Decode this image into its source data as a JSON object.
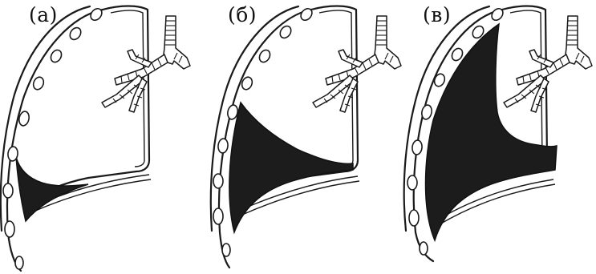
{
  "figure": {
    "panels": [
      {
        "label": "(а)",
        "effusion_level": "small"
      },
      {
        "label": "(б)",
        "effusion_level": "moderate"
      },
      {
        "label": "(в)",
        "effusion_level": "large"
      }
    ],
    "colors": {
      "effusion": "#1c1c1c",
      "line": "#1a1a1a",
      "background": "#ffffff"
    }
  }
}
